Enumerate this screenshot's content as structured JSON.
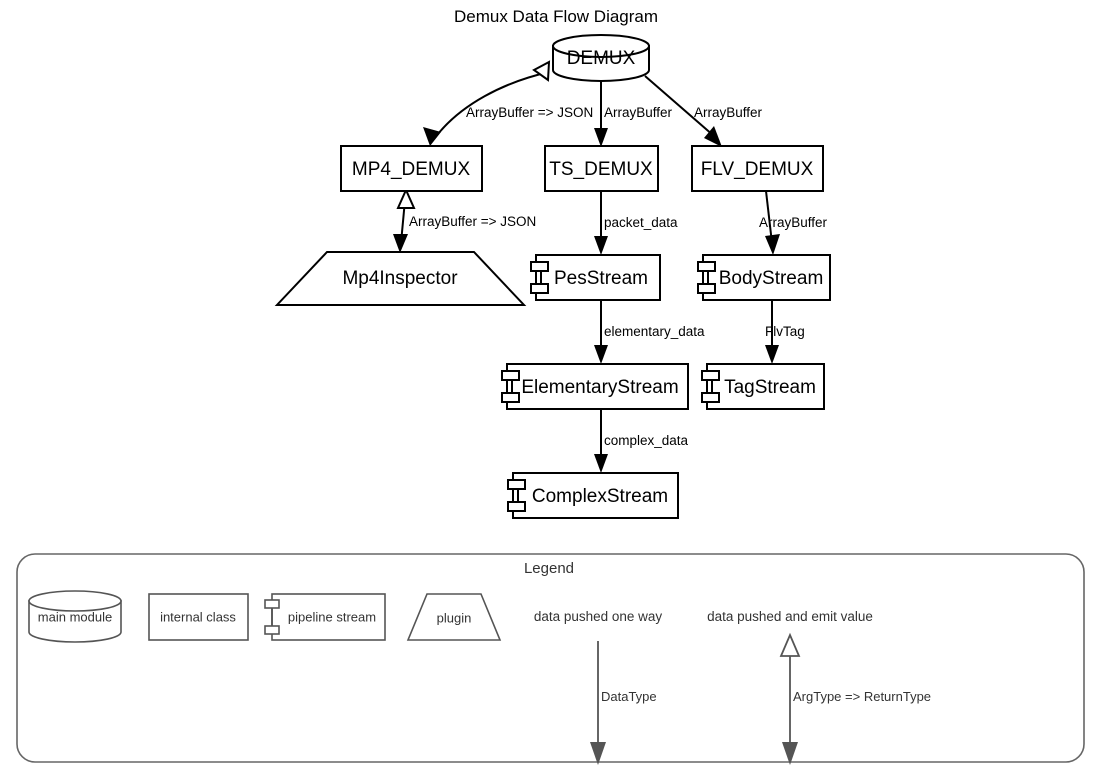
{
  "title": "Demux Data Flow Diagram",
  "nodes": {
    "demux": {
      "label": "DEMUX",
      "shape": "cylinder"
    },
    "mp4_demux": {
      "label": "MP4_DEMUX",
      "shape": "rect"
    },
    "ts_demux": {
      "label": "TS_DEMUX",
      "shape": "rect"
    },
    "flv_demux": {
      "label": "FLV_DEMUX",
      "shape": "rect"
    },
    "mp4_inspector": {
      "label": "Mp4Inspector",
      "shape": "trapezoid"
    },
    "pes_stream": {
      "label": "PesStream",
      "shape": "component"
    },
    "body_stream": {
      "label": "BodyStream",
      "shape": "component"
    },
    "elementary_stream": {
      "label": "ElementaryStream",
      "shape": "component"
    },
    "tag_stream": {
      "label": "TagStream",
      "shape": "component"
    },
    "complex_stream": {
      "label": "ComplexStream",
      "shape": "component"
    }
  },
  "edges": [
    {
      "id": "demux-mp4",
      "from": "demux",
      "to": "mp4_demux",
      "label": "ArrayBuffer => JSON",
      "kind": "bidirectional"
    },
    {
      "id": "demux-ts",
      "from": "demux",
      "to": "ts_demux",
      "label": "ArrayBuffer",
      "kind": "one-way"
    },
    {
      "id": "demux-flv",
      "from": "demux",
      "to": "flv_demux",
      "label": "ArrayBuffer",
      "kind": "one-way"
    },
    {
      "id": "mp4-inspector",
      "from": "mp4_demux",
      "to": "mp4_inspector",
      "label": "ArrayBuffer => JSON",
      "kind": "bidirectional"
    },
    {
      "id": "ts-pes",
      "from": "ts_demux",
      "to": "pes_stream",
      "label": "packet_data",
      "kind": "one-way"
    },
    {
      "id": "flv-body",
      "from": "flv_demux",
      "to": "body_stream",
      "label": "ArrayBuffer",
      "kind": "one-way"
    },
    {
      "id": "pes-elementary",
      "from": "pes_stream",
      "to": "elementary_stream",
      "label": "elementary_data",
      "kind": "one-way"
    },
    {
      "id": "body-tag",
      "from": "body_stream",
      "to": "tag_stream",
      "label": "FlvTag",
      "kind": "one-way"
    },
    {
      "id": "elementary-complex",
      "from": "elementary_stream",
      "to": "complex_stream",
      "label": "complex_data",
      "kind": "one-way"
    }
  ],
  "legend": {
    "title": "Legend",
    "shapes": [
      {
        "id": "main-module",
        "label": "main module",
        "shape": "cylinder"
      },
      {
        "id": "internal-class",
        "label": "internal class",
        "shape": "rect"
      },
      {
        "id": "pipeline-stream",
        "label": "pipeline stream",
        "shape": "component"
      },
      {
        "id": "plugin",
        "label": "plugin",
        "shape": "trapezoid"
      }
    ],
    "arrows": [
      {
        "id": "one-way",
        "caption": "data pushed one way",
        "label": "DataType",
        "kind": "one-way"
      },
      {
        "id": "bidirectional",
        "caption": "data pushed and emit value",
        "label": "ArgType => ReturnType",
        "kind": "bidirectional"
      }
    ]
  },
  "colors": {
    "stroke": "#000000",
    "legend_stroke": "#666666",
    "legend_text": "#333333",
    "background": "#ffffff"
  }
}
